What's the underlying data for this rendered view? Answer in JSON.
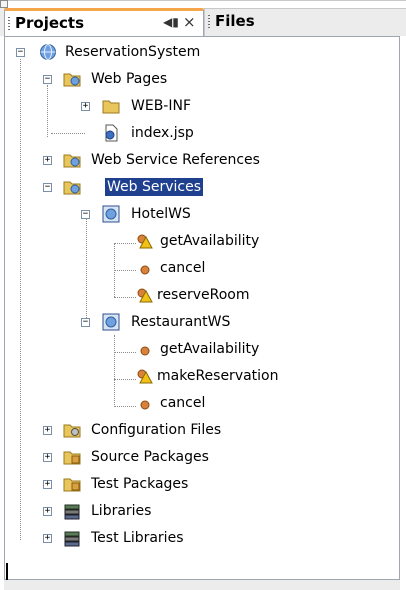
{
  "tabs": {
    "projects": "Projects",
    "files": "Files",
    "minimize_glyph": "◀▮",
    "close_glyph": "×"
  },
  "tree": {
    "root": "ReservationSystem",
    "web_pages": "Web Pages",
    "web_inf": "WEB-INF",
    "index_jsp": "index.jsp",
    "web_service_references": "Web Service References",
    "web_services": "Web Services",
    "hotel_ws": "HotelWS",
    "hotel_ops": [
      "getAvailability",
      "cancel",
      "reserveRoom"
    ],
    "restaurant_ws": "RestaurantWS",
    "restaurant_ops": [
      "getAvailability",
      "makeReservation",
      "cancel"
    ],
    "configuration_files": "Configuration Files",
    "source_packages": "Source Packages",
    "test_packages": "Test Packages",
    "libraries": "Libraries",
    "test_libraries": "Test Libraries"
  },
  "colors": {
    "selection": "#1f3f8f",
    "active_tab_accent": "#f5a54a",
    "folder": "#e8c65c",
    "method": "#d9823b",
    "warning": "#f2c118"
  }
}
